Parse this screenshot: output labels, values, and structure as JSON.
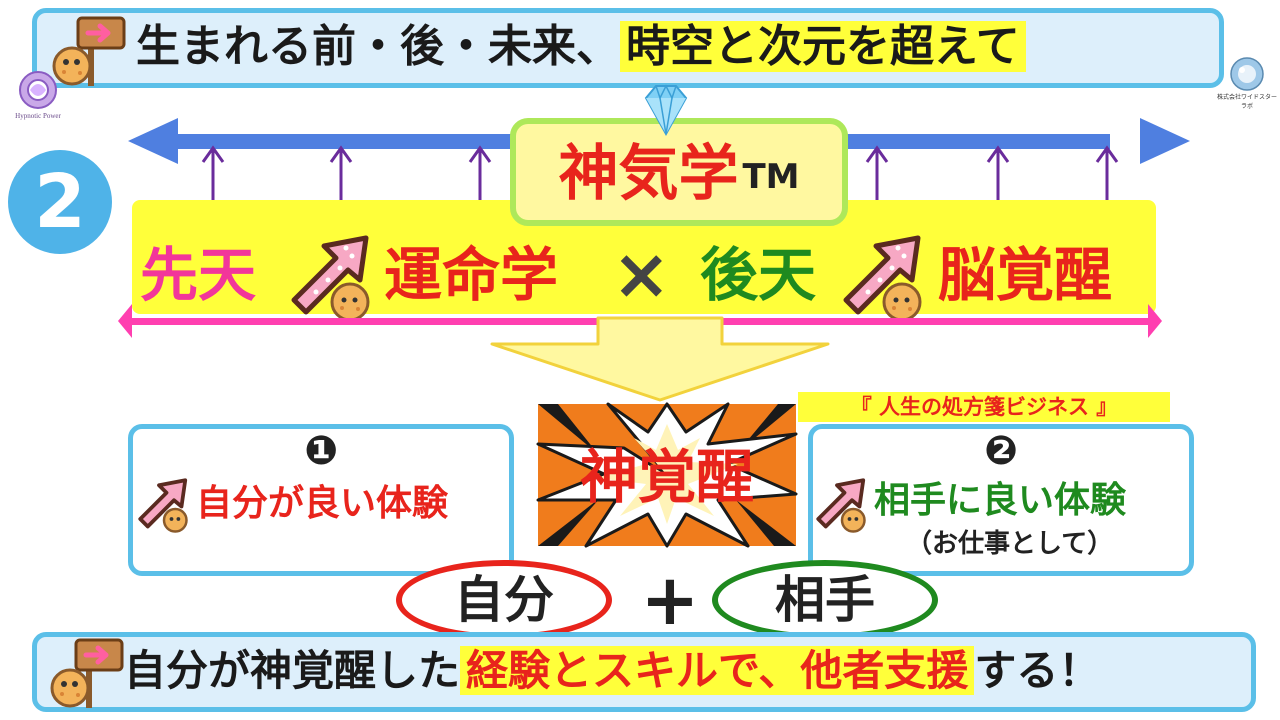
{
  "top_banner": {
    "text_plain": "生まれる前・後・未来、",
    "text_highlight": "時空と次元を超えて"
  },
  "logos": {
    "left_caption": "Hypnotic Power",
    "right_caption": "株式会社ワイドスターラボ"
  },
  "step_number": "2",
  "core": {
    "title": "神気学",
    "tm": "TM"
  },
  "formula": {
    "left_a": "先天",
    "left_b": "運命学",
    "operator": "×",
    "right_a": "後天",
    "right_b": "脳覚醒"
  },
  "result": {
    "center_label": "神覚醒",
    "subtitle": "『 人生の処方箋ビジネス 』"
  },
  "box_left": {
    "number": "❶",
    "text": "自分が良い体験"
  },
  "box_right": {
    "number": "❷",
    "text": "相手に良い体験",
    "subtext": "（お仕事として）"
  },
  "combine": {
    "left": "自分",
    "operator": "+",
    "right": "相手"
  },
  "bottom_banner": {
    "text_plain": "自分が神覚醒した",
    "text_highlight": "経験とスキルで、他者支援",
    "text_end": "する！"
  },
  "colors": {
    "accent_blue": "#5bbfe8",
    "arrow_blue": "#4f7fe0",
    "pink_line": "#ff3fb0",
    "highlight_yellow": "#ffff3a",
    "red": "#e8241c",
    "green": "#1f8a1f",
    "pink_text": "#f2369a",
    "purple": "#6a2c9c"
  }
}
